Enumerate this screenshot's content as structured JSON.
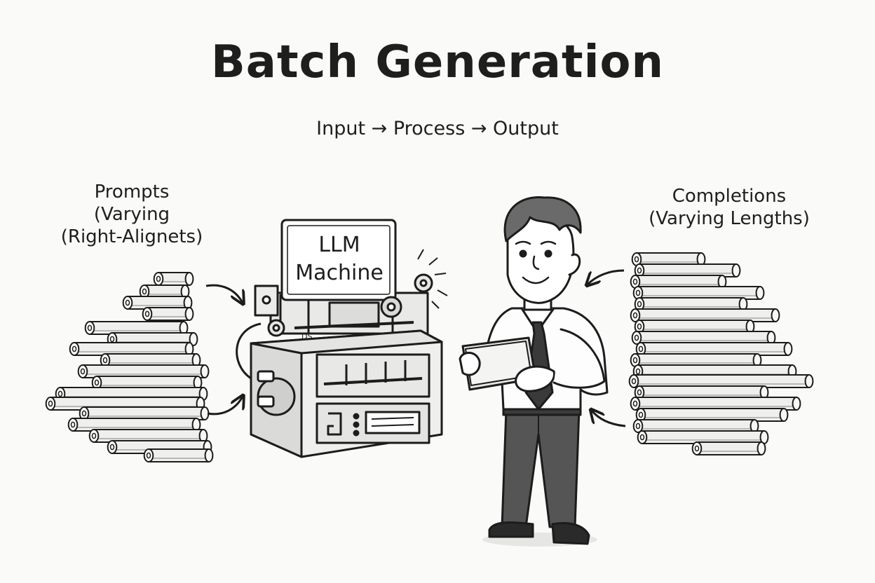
{
  "title": "Batch Generation",
  "subtitle": "Input → Process → Output",
  "prompts_label": [
    "Prompts",
    "(Varying",
    "(Right-Alignets)"
  ],
  "completions_label": [
    "Completions",
    "(Varying Lengths)"
  ],
  "machine": {
    "screen_lines": [
      "LLM",
      "Machine"
    ],
    "plate_text": "DS"
  },
  "colors": {
    "ink": "#1c1c1c",
    "paper": "#fafaf8",
    "shade": "#b9b9b9"
  }
}
